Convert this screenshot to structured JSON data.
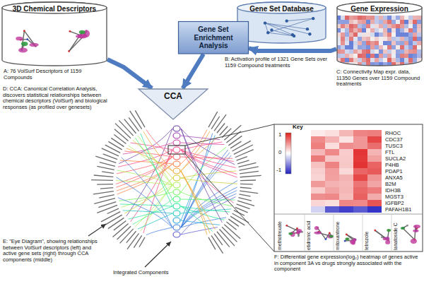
{
  "diagram": {
    "nodes": [
      {
        "text": [
          "3D Chemical Descriptors"
        ]
      },
      {
        "text": [
          "Gene Set Database"
        ]
      },
      {
        "text": [
          "Gene Set Enrichment Analysis"
        ]
      },
      {
        "text": [
          "Gene Expression"
        ]
      },
      {
        "text": [
          "CCA"
        ]
      }
    ],
    "edges": [
      {
        "from": 0,
        "to": 4,
        "arrow": "to"
      },
      {
        "from": 2,
        "to": 4,
        "arrow": "to"
      },
      {
        "from": 3,
        "to": 2,
        "arrow": "to"
      }
    ],
    "labels": [
      "A: 76 VolSurf Descriptors of 1159 Compounds",
      "B: Activation profile of 1321 Gene Sets over 1159 Compound treatments",
      "C: Connectivity Map expr. data, 11350 Genes over 1159 Compound treatments",
      "D: CCA: Canonical Correlation Analysis, discovers statistical relationships between chemical descriptors (VolSurf) and biological responses (as profiled over genesets)",
      "E: \"Eye Diagram\", showing relationships between VolSurf descriptors (left) and active gene sets (right) through CCA components (middle)",
      "Integrated Components",
      "F: Differential gene expression(log₂) heatmap of genes active in component 3A vs drugs strongly associated with the component",
      "Key",
      "1",
      "0",
      "-1",
      "RHOC",
      "CDC37",
      "TUSC3",
      "FTL",
      "SUCLA2",
      "P4HB",
      "PDAP1",
      "ANXA5",
      "B2M",
      "IDH3B",
      "MGST3",
      "IGFBP2",
      "PAFAH1B1",
      "methotrexate",
      "etidronic acid",
      "mitoxantrone",
      "letrozole",
      "lanatoside C"
    ]
  }
}
